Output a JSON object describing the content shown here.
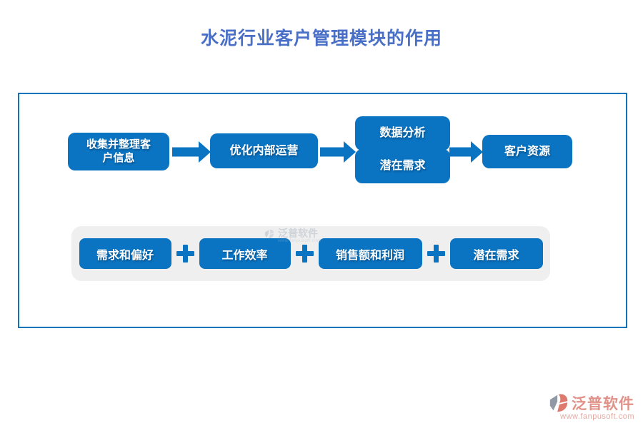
{
  "title": "水泥行业客户管理模块的作用",
  "flow": {
    "steps": [
      "收集并整理客户信息",
      "优化内部运营",
      "数据分析",
      "潜在需求",
      "客户资源"
    ]
  },
  "factors": {
    "items": [
      "需求和偏好",
      "工作效率",
      "销售额和利润",
      "潜在需求"
    ]
  },
  "watermark": {
    "name": "泛普软件",
    "url": "www.fanpusoft.com"
  },
  "brand": {
    "name": "泛普软件",
    "url": "www.fanpusoft.com"
  },
  "colors": {
    "box_blue": "#0a74c2",
    "border_blue": "#1173b9",
    "title_blue": "#4a6fc6",
    "bar_gray": "#efefef",
    "brand_salmon": "#e09188"
  }
}
